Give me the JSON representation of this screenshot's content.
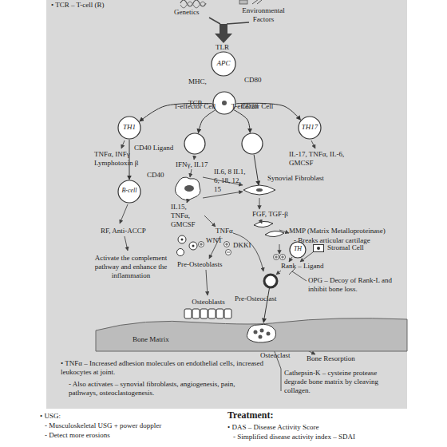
{
  "diagram": {
    "nodes": [
      {
        "text": [
          "APC"
        ]
      },
      {
        "text": [
          "TCR",
          "CD28"
        ]
      },
      {
        "text": [
          "TH1"
        ]
      },
      {
        "text": [
          "T-effector Cell"
        ]
      },
      {
        "text": [
          "T-effector Cell"
        ]
      },
      {
        "text": [
          "TH17"
        ]
      },
      {
        "text": [
          "B-cell"
        ]
      },
      {
        "text": [
          "Synovial Fibroblast"
        ]
      },
      {
        "text": [
          "TH"
        ]
      },
      {
        "text": [
          "Stromal Cell"
        ]
      },
      {
        "text": [
          "Osteoblasts"
        ]
      },
      {
        "text": [
          "Pre-Osteoclast"
        ]
      },
      {
        "text": [
          "Bone Matrix"
        ]
      },
      {
        "text": [
          "Osteoclast"
        ]
      }
    ],
    "edges": [
      {
        "from": 1,
        "to": 2,
        "arrow": "to"
      },
      {
        "from": 1,
        "to": 3,
        "arrow": "to"
      },
      {
        "from": 1,
        "to": 4,
        "arrow": "to"
      },
      {
        "from": 1,
        "to": 5,
        "arrow": "to"
      },
      {
        "from": 2,
        "to": 6,
        "label": "CD40 Ligand",
        "arrow": "to"
      },
      {
        "from": 4,
        "to": 7,
        "arrow": "to"
      },
      {
        "from": 11,
        "to": 13,
        "arrow": "to"
      }
    ],
    "labels": [
      "• TCR – T-cell (R)",
      "Genetics",
      "Environmental Factors",
      "TLR",
      "MHC,",
      "CD80",
      "TNFα, INFγ Lymphotoxin β",
      "CD40",
      "RF, Anti-ACCP",
      "Activate the complement pathway and enhance the inflammation",
      "IFNγ, IL17",
      "IL6, 8 IL1, 6, 18, 12, 15",
      "IL15, TNFα, GMCSF",
      "TNFα",
      "WNT",
      "DKKI",
      "Pre-Osteoblasts",
      "IL-17, TNFα, IL-6, GMCSF",
      "FGF, TGF-β",
      "MMP (Matrix Metalloproteinase)",
      "- Breaks articular cartilage",
      "Rank – Ligand",
      "OPG – Decoy of Rank-L and inhibit bone loss.",
      "Bone Resorption",
      "Cathepsin-K – cysteine protease degrade bone matrix by cleaving collagen.",
      "• TNFα – Increased adhesion molecules on endothelial cells, increased leukocytes at joint.",
      "- Also activates – synovial fibroblasts, angiogenesis, pain, pathways, osteoclastogenesis.",
      "• USG:",
      "- Musculoskeletal USG + power doppler",
      "- Detect more erosions",
      "Treatment:",
      "• DAS – Disease Activity Score",
      "- Simplified disease activity index – SDAI"
    ]
  }
}
